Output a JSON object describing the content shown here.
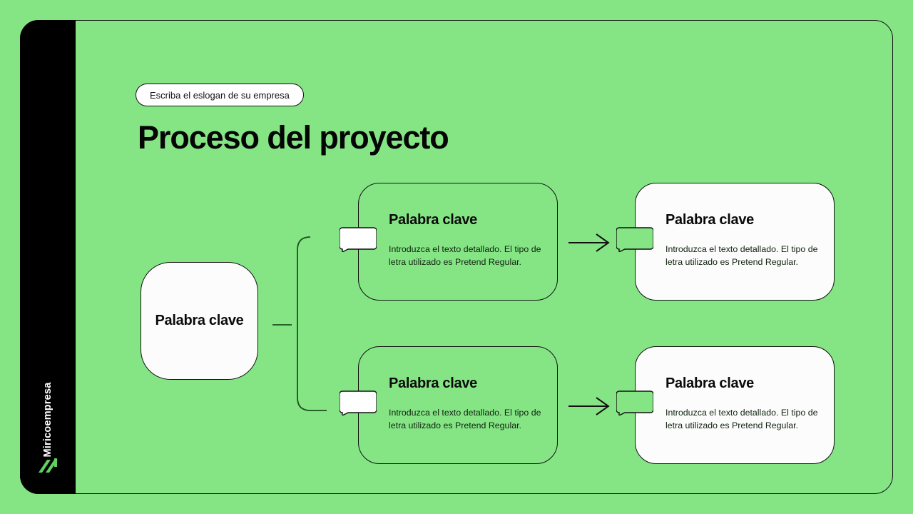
{
  "theme": {
    "background": "#85e585",
    "ink": "#111111",
    "card_fill": "#fcfcfc",
    "rail_fill": "#000000",
    "rail_text": "#ffffff",
    "logo_color": "#5fd15f"
  },
  "sidebar": {
    "brand": "Miricoempresa",
    "logo_icon": "diagonal-stripes-logo"
  },
  "header": {
    "slogan": "Escriba el eslogan de su empresa",
    "title": "Proceso del proyecto"
  },
  "diagram": {
    "root": {
      "label": "Palabra clave"
    },
    "branches": [
      {
        "id": "top",
        "steps": [
          {
            "style": "outlined",
            "bubble_fill": "#ffffff",
            "title": "Palabra clave",
            "body": "Introduzca el texto detallado. El tipo de letra utilizado es Pretend Regular."
          },
          {
            "style": "filled",
            "bubble_fill": "#85e585",
            "title": "Palabra clave",
            "body": "Introduzca el texto detallado. El tipo de letra utilizado es Pretend Regular."
          }
        ]
      },
      {
        "id": "bottom",
        "steps": [
          {
            "style": "outlined",
            "bubble_fill": "#ffffff",
            "title": "Palabra clave",
            "body": "Introduzca el texto detallado. El tipo de letra utilizado es Pretend Regular."
          },
          {
            "style": "filled",
            "bubble_fill": "#85e585",
            "title": "Palabra clave",
            "body": "Introduzca el texto detallado. El tipo de letra utilizado es Pretend Regular."
          }
        ]
      }
    ]
  }
}
